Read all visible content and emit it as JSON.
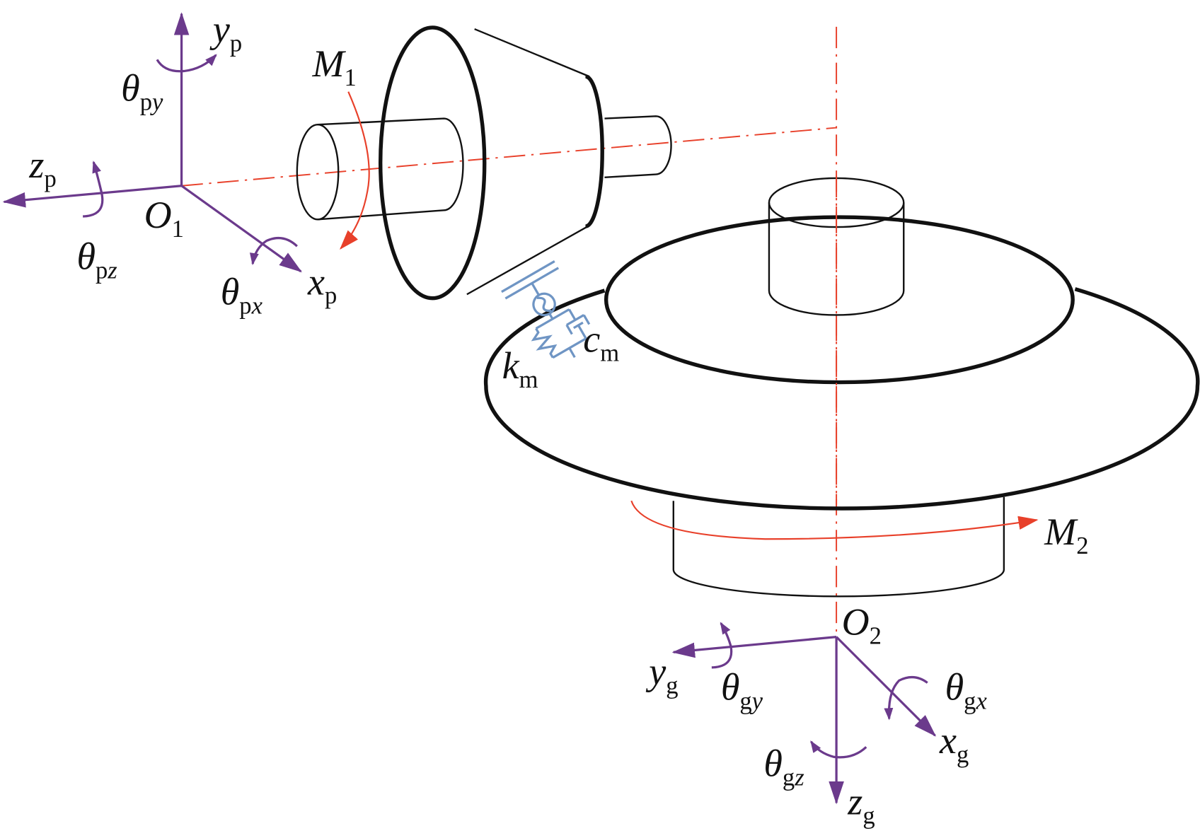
{
  "colors": {
    "axes": "#6b3a8c",
    "moment": "#e8402a",
    "spring": "#6f95c4",
    "body": "#111111"
  },
  "labels": {
    "yp": {
      "main": "y",
      "sub": "p"
    },
    "thpy": {
      "main": "θ",
      "sub": "p",
      "sub2": "y"
    },
    "zp": {
      "main": "z",
      "sub": "p"
    },
    "o1": {
      "main": "O",
      "sub": "1"
    },
    "thpz": {
      "main": "θ",
      "sub": "p",
      "sub2": "z"
    },
    "thpx": {
      "main": "θ",
      "sub": "p",
      "sub2": "x"
    },
    "xp": {
      "main": "x",
      "sub": "p"
    },
    "m1": {
      "main": "M",
      "sub": "1"
    },
    "cm": {
      "main": "c",
      "sub": "m"
    },
    "km": {
      "main": "k",
      "sub": "m"
    },
    "m2": {
      "main": "M",
      "sub": "2"
    },
    "o2": {
      "main": "O",
      "sub": "2"
    },
    "yg": {
      "main": "y",
      "sub": "g"
    },
    "thgy": {
      "main": "θ",
      "sub": "g",
      "sub2": "y"
    },
    "thgx": {
      "main": "θ",
      "sub": "g",
      "sub2": "x"
    },
    "xg": {
      "main": "x",
      "sub": "g"
    },
    "thgz": {
      "main": "θ",
      "sub": "g",
      "sub2": "z"
    },
    "zg": {
      "main": "z",
      "sub": "g"
    }
  }
}
